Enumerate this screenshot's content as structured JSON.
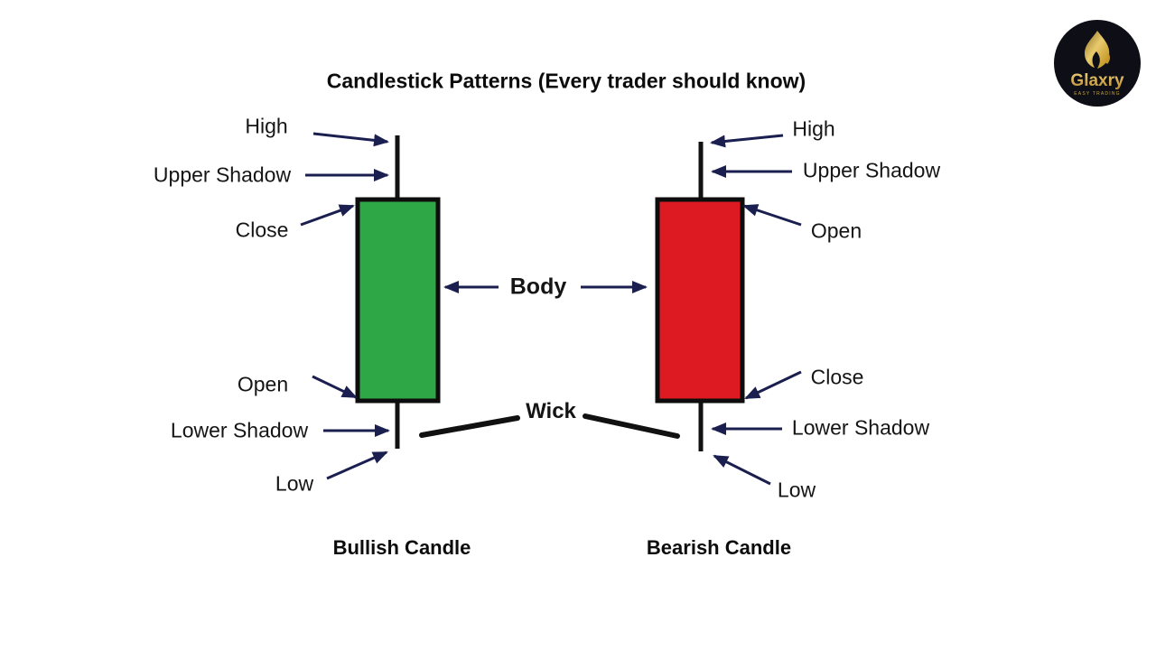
{
  "title": "Candlestick Patterns (Every trader should know)",
  "colors": {
    "bullish_body": "#2ea746",
    "bearish_body": "#dd1a21",
    "candle_outline": "#0d0d0d",
    "wick": "#111111",
    "arrow": "#1b1f4f",
    "wick_pointer": "#111111",
    "logo_background": "#0e0e16",
    "logo_gold": "#d9b23a"
  },
  "bullish": {
    "caption": "Bullish Candle",
    "labels": {
      "high": "High",
      "upper_shadow": "Upper Shadow",
      "close": "Close",
      "open": "Open",
      "lower_shadow": "Lower Shadow",
      "low": "Low"
    }
  },
  "bearish": {
    "caption": "Bearish Candle",
    "labels": {
      "high": "High",
      "upper_shadow": "Upper Shadow",
      "open": "Open",
      "close": "Close",
      "lower_shadow": "Lower Shadow",
      "low": "Low"
    }
  },
  "shared": {
    "body_label": "Body",
    "wick_label": "Wick"
  },
  "logo": {
    "brand": "Glaxry",
    "tagline": "EASY TRADING",
    "icon": "flame-icon"
  }
}
